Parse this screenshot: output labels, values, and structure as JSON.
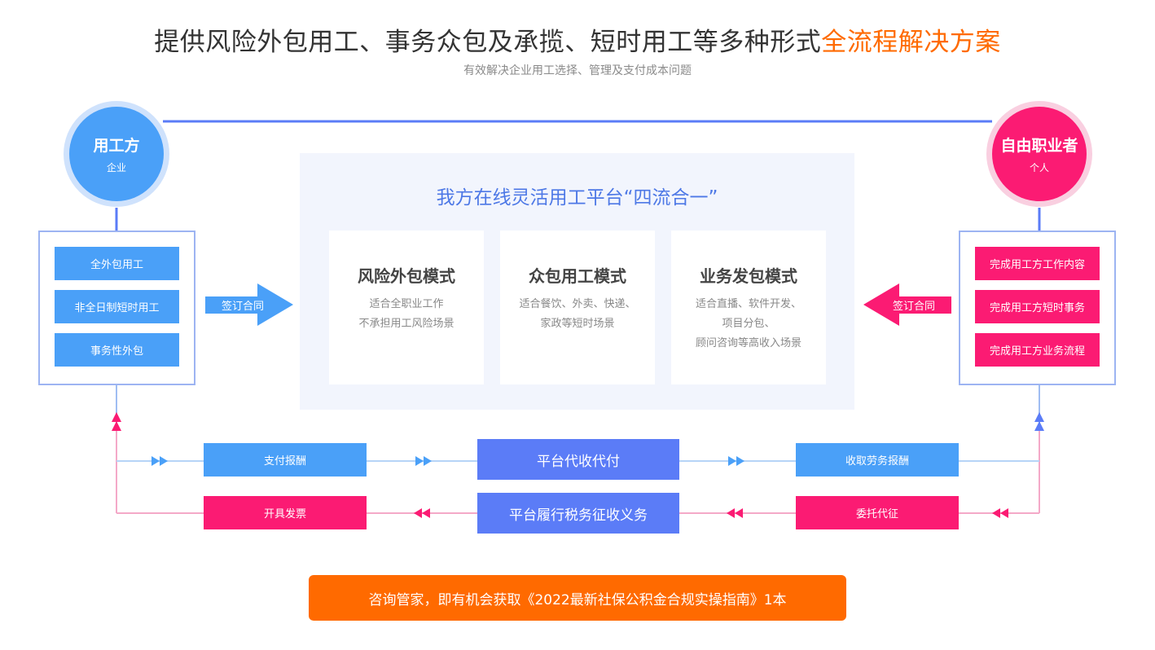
{
  "header": {
    "title_main": "提供风险外包用工、事务众包及承揽、短时用工等多种形式",
    "title_highlight": "全流程解决方案",
    "subtitle": "有效解决企业用工选择、管理及支付成本问题"
  },
  "employer": {
    "name": "用工方",
    "sub": "企业",
    "items": [
      "全外包用工",
      "非全日制短时用工",
      "事务性外包"
    ],
    "arrow_label": "签订合同"
  },
  "freelancer": {
    "name": "自由职业者",
    "sub": "个人",
    "items": [
      "完成用工方工作内容",
      "完成用工方短时事务",
      "完成用工方业务流程"
    ],
    "arrow_label": "签订合同"
  },
  "platform": {
    "title": "我方在线灵活用工平台“四流合一”",
    "cards": [
      {
        "title": "风险外包模式",
        "lines": [
          "适合全职业工作",
          "不承担用工风险场景"
        ]
      },
      {
        "title": "众包用工模式",
        "lines": [
          "适合餐饮、外卖、快递、",
          "家政等短时场景"
        ]
      },
      {
        "title": "业务发包模式",
        "lines": [
          "适合直播、软件开发、",
          "项目分包、",
          "顾问咨询等高收入场景"
        ]
      }
    ]
  },
  "flows": {
    "pay": "支付报酬",
    "collect_pay": "平台代收代付",
    "receive": "收取劳务报酬",
    "invoice": "开具发票",
    "tax": "平台履行税务征收义务",
    "entrust": "委托代征"
  },
  "cta": {
    "text": "咨询管家，即有机会获取《2022最新社保公积金合规实操指南》1本"
  },
  "colors": {
    "blue": "#4aa0f8",
    "pink": "#fb1b73",
    "indigo": "#5b7cf7",
    "orange": "#ff6a00",
    "platform_bg": "#f2f5fd"
  }
}
